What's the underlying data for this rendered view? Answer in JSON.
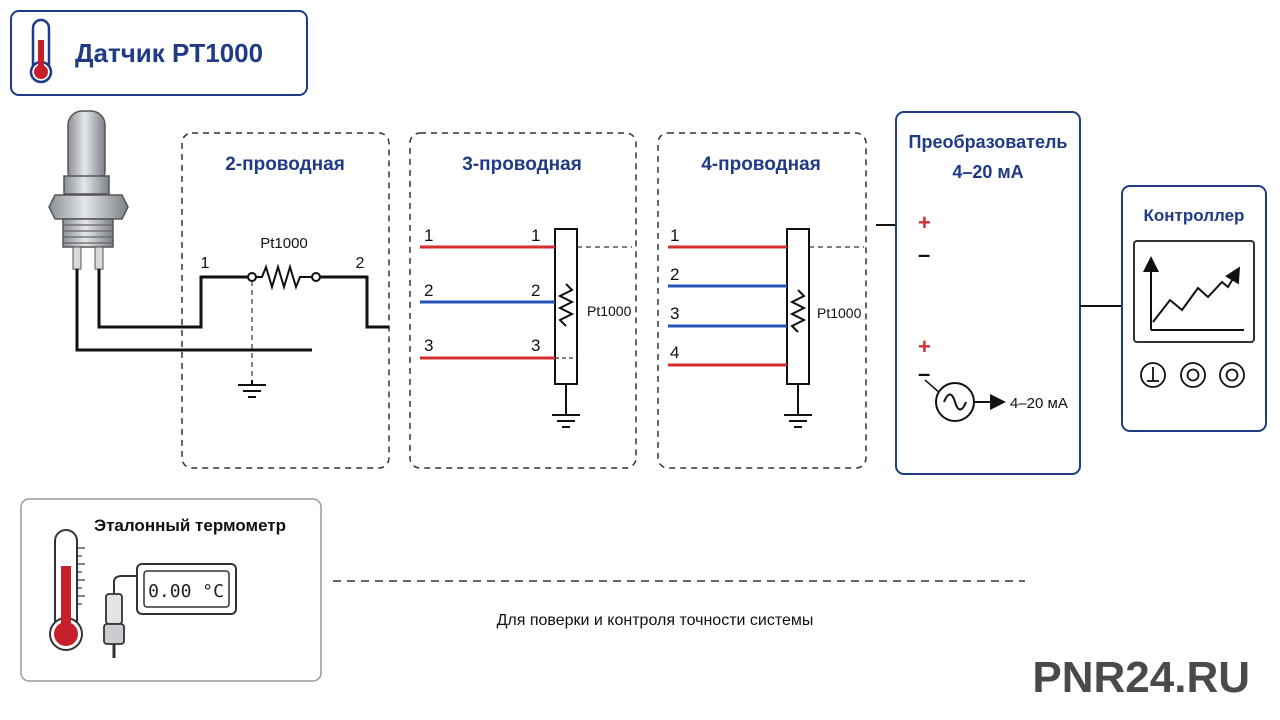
{
  "header": {
    "title": "Датчик PT1000"
  },
  "sections": {
    "two_wire": {
      "title": "2-проводная",
      "resistor_label": "Pt1000",
      "wire_1": "1",
      "wire_2": "2"
    },
    "three_wire": {
      "title": "3-проводная",
      "resistor_label": "Pt1000",
      "left_numbers": [
        "1",
        "2",
        "3"
      ],
      "right_numbers": [
        "1",
        "2",
        "3"
      ]
    },
    "four_wire": {
      "title": "4-проводная",
      "resistor_label": "Pt1000",
      "numbers": [
        "1",
        "2",
        "3",
        "4"
      ]
    }
  },
  "converter": {
    "title_line1": "Преобразователь",
    "title_line2": "4–20 мА",
    "plus": "+",
    "minus": "–",
    "output_label": "4–20 мА"
  },
  "controller": {
    "title": "Контроллер"
  },
  "reference": {
    "title": "Эталонный термометр",
    "display_value": "0.00 °C"
  },
  "footer": {
    "note": "Для поверки и контроля точности системы"
  },
  "watermark": "PNR24.RU",
  "colors": {
    "accent_blue": "#1f3b86",
    "wire_red": "#d62e2e",
    "wire_blue": "#2350b6",
    "thermo_red": "#c8202a"
  },
  "icons": [
    "thermometer-icon",
    "ground-icon",
    "ac-source-icon",
    "chart-icon",
    "probe-icon"
  ]
}
